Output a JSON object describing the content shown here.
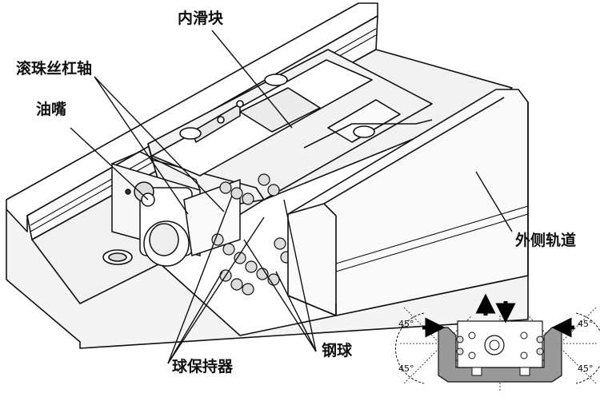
{
  "labels": {
    "inner_block": "内滑块",
    "ball_screw": "滚珠丝杠轴",
    "oil_nozzle": "油嘴",
    "outer_rail": "外侧轨道",
    "ball_retainer": "球保持器",
    "steel_ball": "钢球"
  },
  "inset": {
    "angle_top_left": "45°",
    "angle_bottom_left": "45°",
    "angle_top_right": "45°",
    "angle_bottom_right": "45°"
  }
}
